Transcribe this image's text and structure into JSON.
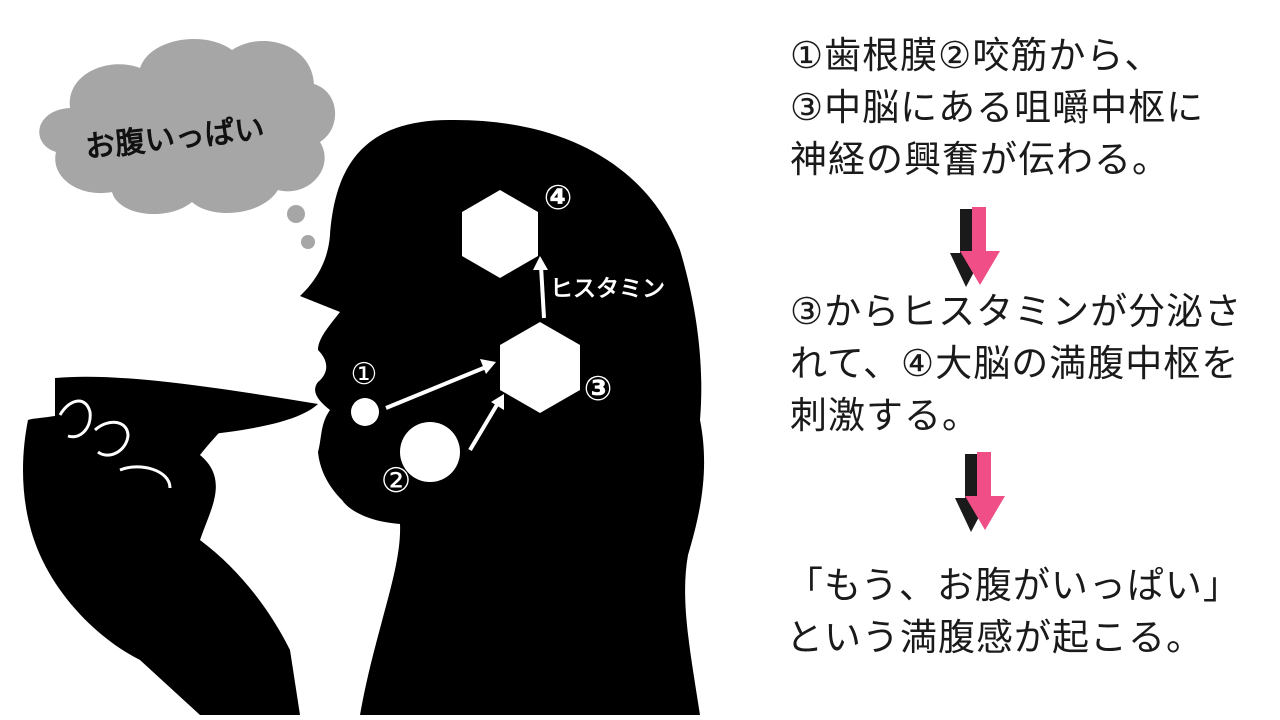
{
  "thought_bubble": {
    "text": "お腹いっぱい"
  },
  "markers": {
    "m1": "①",
    "m2": "②",
    "m3": "③",
    "m4": "④"
  },
  "signal_label": "ヒスタミン",
  "steps": [
    {
      "lines": [
        "①歯根膜②咬筋から、",
        "③中脳にある咀嚼中枢に",
        "神経の興奮が伝わる。"
      ]
    },
    {
      "lines": [
        "③からヒスタミンが分泌さ",
        "れて、④大脳の満腹中枢を",
        "刺激する。"
      ]
    },
    {
      "lines": [
        "「もう、お腹がいっぱい」",
        "という満腹感が起こる。"
      ]
    }
  ],
  "colors": {
    "silhouette": "#000000",
    "bubble": "#a6a6a6",
    "arrow_pink": "#ef4e86",
    "arrow_shadow": "#1a1a1a",
    "text": "#1a1a1a"
  },
  "icons": {
    "flow_arrow": "down-arrow-icon",
    "hexagon": "hexagon-icon"
  }
}
